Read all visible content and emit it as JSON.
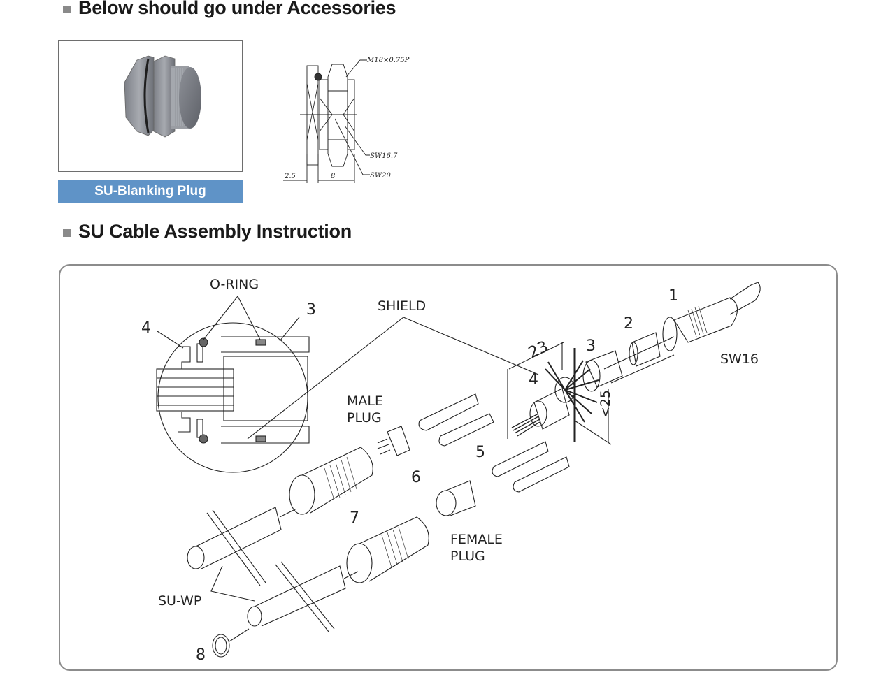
{
  "accessories": {
    "heading": "Below should go under Accessories",
    "product": {
      "name": "SU-Blanking Plug",
      "image": "blanking-plug-render"
    },
    "dimension_drawing": {
      "thread": "M18×0.75P",
      "wrench_inner": "SW16.7",
      "wrench_outer": "SW20",
      "dim_left": "2.5",
      "dim_right": "8"
    }
  },
  "assembly": {
    "heading": "SU Cable Assembly Instruction",
    "labels": {
      "o_ring": "O-RING",
      "shield": "SHIELD",
      "male_plug": [
        "MALE",
        "PLUG"
      ],
      "female_plug": [
        "FEMALE",
        "PLUG"
      ],
      "tool": "SU-WP",
      "sw16": "SW16",
      "dim_23": "23",
      "dim_25": "<25"
    },
    "part_numbers": {
      "p1": "1",
      "p2": "2",
      "p3_detail": "3",
      "p3": "3",
      "p4_detail": "4",
      "p4": "4",
      "p5": "5",
      "p6": "6",
      "p7": "7",
      "p8": "8"
    }
  }
}
